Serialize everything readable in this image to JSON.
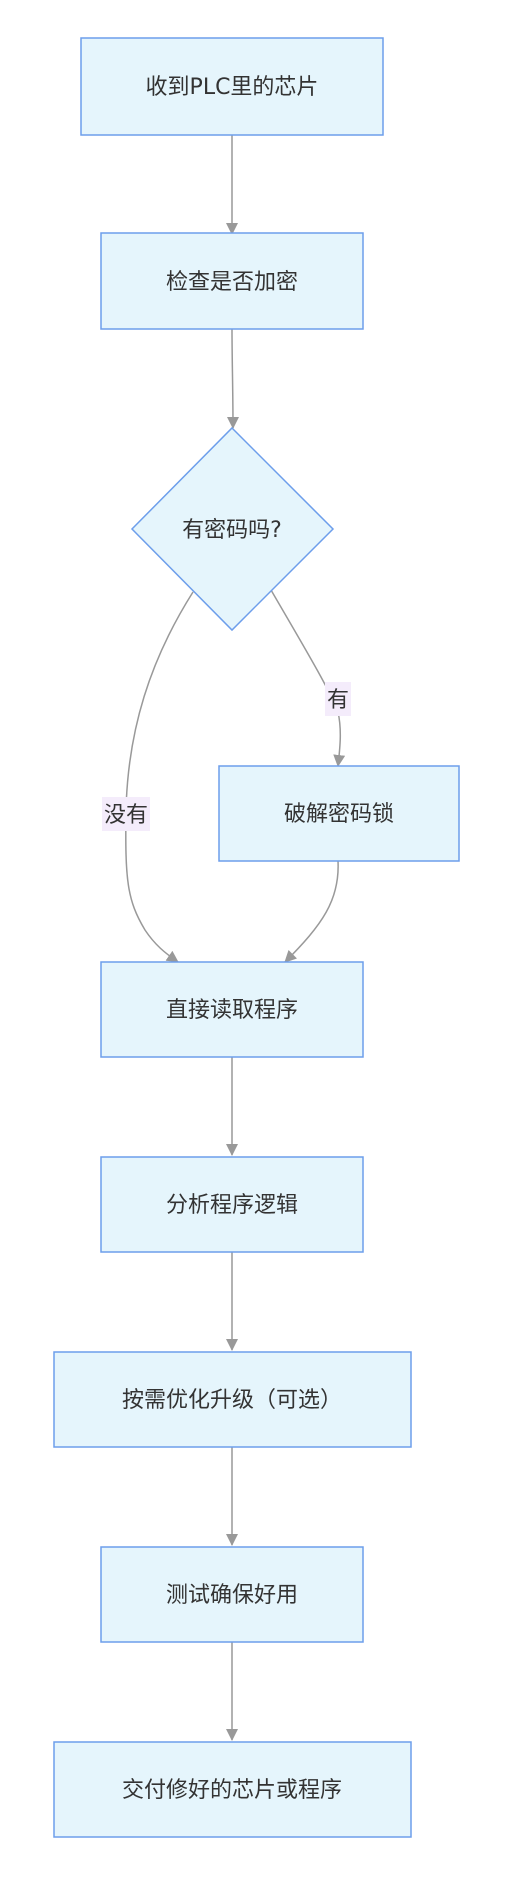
{
  "theme": {
    "node_fill": "#E5F5FC",
    "node_stroke": "#6D9EEB",
    "edge_stroke": "#999999",
    "arrow_fill": "#999999",
    "edge_label_bg": "#F4ECFB",
    "text": "#333333"
  },
  "nodes": {
    "receive_chip": "收到PLC里的芯片",
    "check_encryption": "检查是否加密",
    "has_password": "有密码吗?",
    "crack_password": "破解密码锁",
    "read_program": "直接读取程序",
    "analyze_logic": "分析程序逻辑",
    "optimize_upgrade": "按需优化升级（可选）",
    "test_verify": "测试确保好用",
    "deliver": "交付修好的芯片或程序"
  },
  "edges": {
    "yes_label": "有",
    "no_label": "没有"
  }
}
